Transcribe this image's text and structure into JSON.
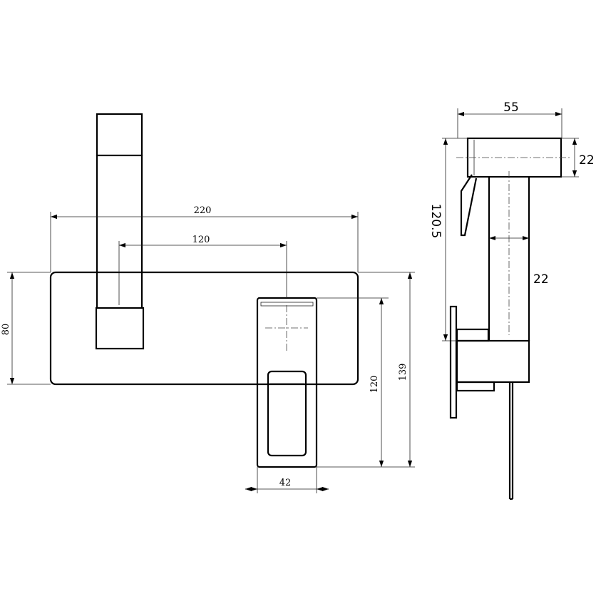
{
  "front_view": {
    "dim_overall_width": "220",
    "dim_center_distance": "120",
    "dim_plate_height": "80",
    "dim_handle_height": "120",
    "dim_total_height": "139",
    "dim_handle_width": "42"
  },
  "side_view": {
    "dim_head_length": "55",
    "dim_head_diameter": "22",
    "dim_vertical_height": "120.5",
    "dim_body_diameter": "22"
  }
}
